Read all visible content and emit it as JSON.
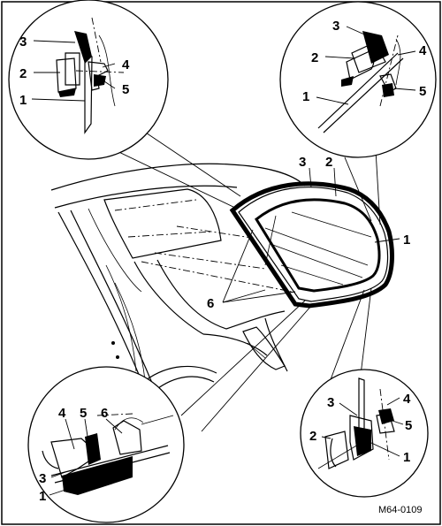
{
  "figure": {
    "reference": "M64-0109",
    "callouts": {
      "tl": [
        "3",
        "2",
        "1",
        "4",
        "5"
      ],
      "tr": [
        "3",
        "2",
        "1",
        "4",
        "5"
      ],
      "main": [
        "3",
        "2",
        "1",
        "6"
      ],
      "bl": [
        "4",
        "5",
        "6",
        "3",
        "1"
      ],
      "br": [
        "3",
        "2",
        "4",
        "5",
        "1"
      ]
    }
  }
}
